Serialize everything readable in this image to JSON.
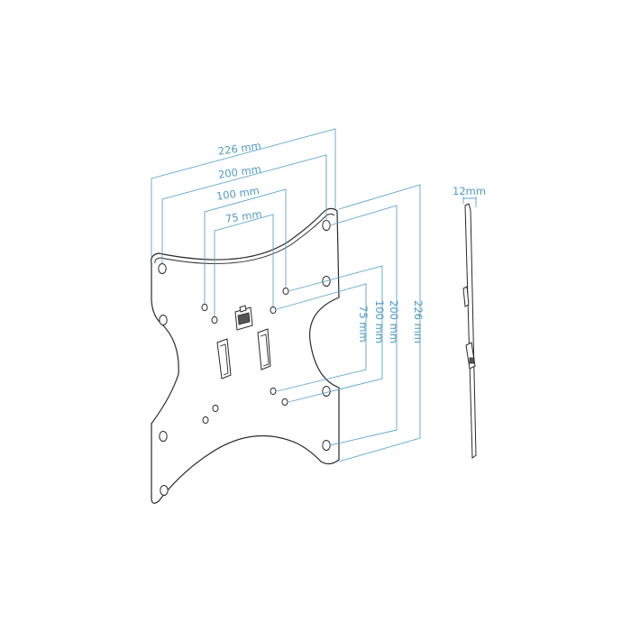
{
  "dimensions": {
    "width_226": "226 mm",
    "width_200": "200 mm",
    "width_100": "100 mm",
    "width_75": "75 mm",
    "height_75": "75 mm",
    "height_100": "100 mm",
    "height_200": "200 mm",
    "height_226": "226 mm",
    "depth_12": "12mm"
  },
  "colors": {
    "dimension_line": "#5aa6cf",
    "outline": "#2a2a2a",
    "background": "#ffffff"
  }
}
